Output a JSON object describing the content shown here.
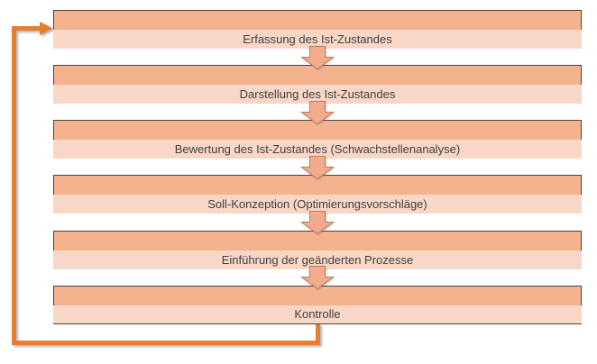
{
  "diagram": {
    "type": "flowchart",
    "flow_direction": "top-to-bottom",
    "steps": [
      {
        "label": "Erfassung des Ist-Zustandes"
      },
      {
        "label": "Darstellung des Ist-Zustandes"
      },
      {
        "label": "Bewertung des Ist-Zustandes (Schwachstellenanalyse)"
      },
      {
        "label": "Soll-Konzeption (Optimierungsvorschläge)"
      },
      {
        "label": "Einführung der geänderten Prozesse"
      },
      {
        "label": "Kontrolle"
      }
    ],
    "feedback_loop": {
      "from": "Kontrolle",
      "to": "Erfassung des Ist-Zustandes"
    },
    "colors": {
      "band_dark": "#F5B28F",
      "band_light": "#F9D7C7",
      "box_border": "#4D443E",
      "text": "#3F3F3F",
      "arrow_fill": "#F2AC8B",
      "arrow_stroke": "#BF7C5F",
      "loop": "#E87F2F"
    }
  }
}
